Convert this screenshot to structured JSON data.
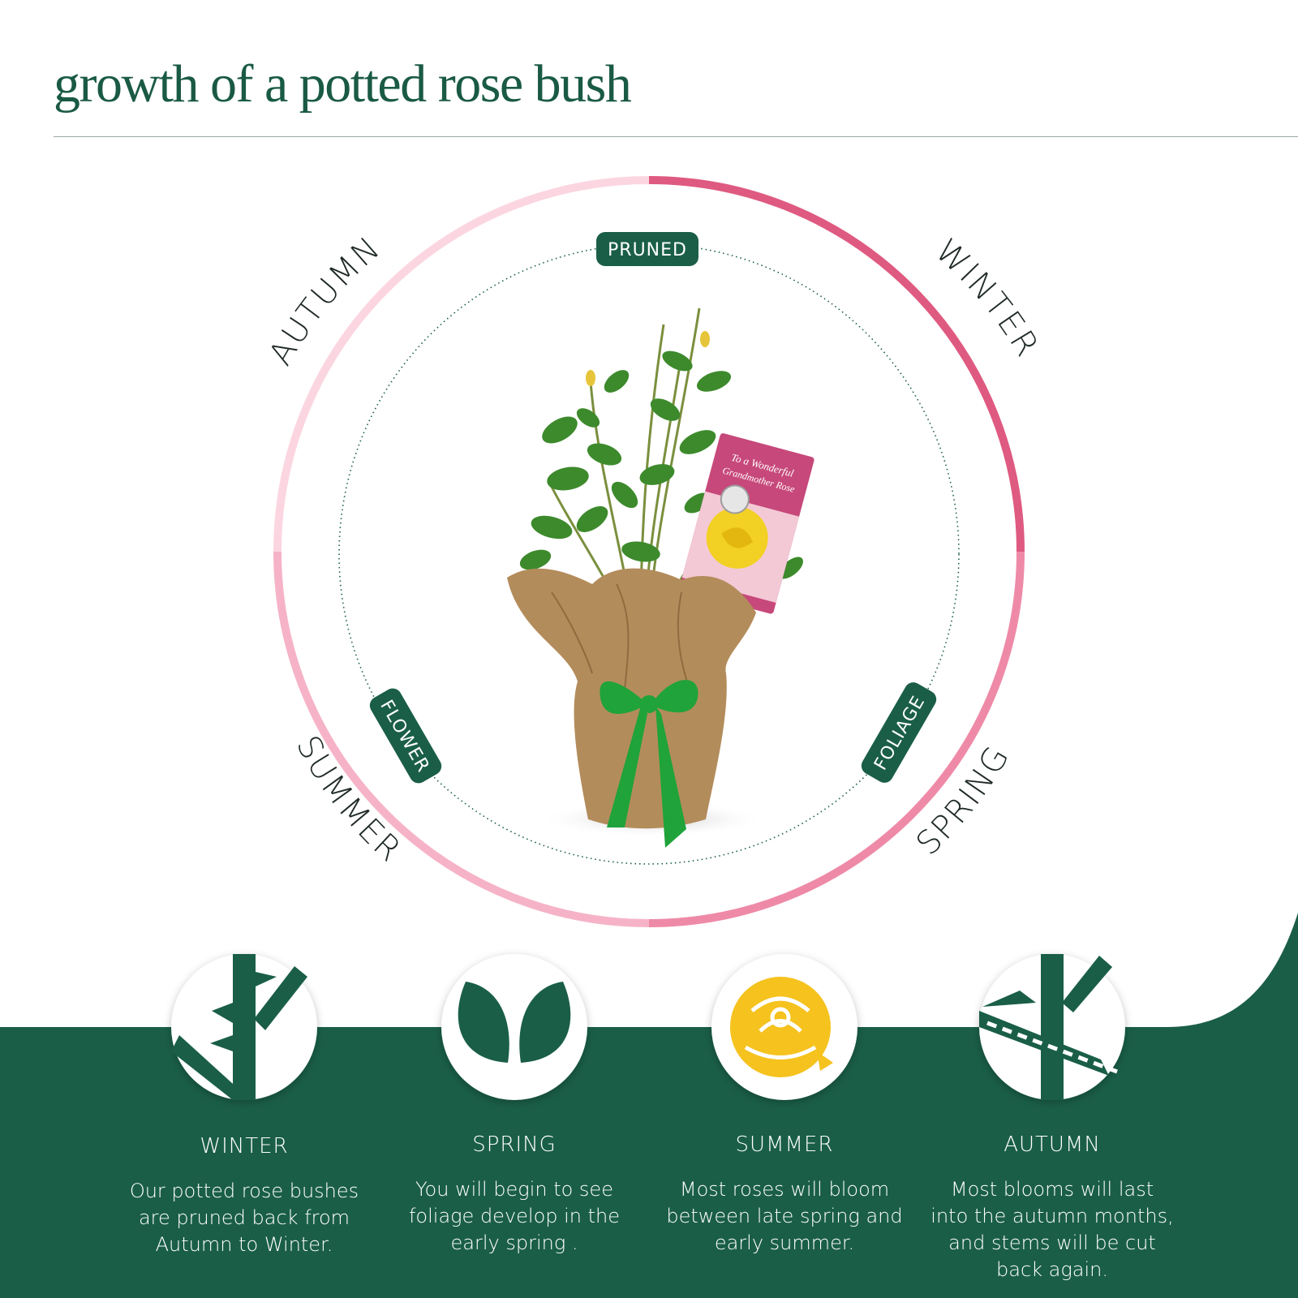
{
  "title": "growth of a potted rose bush",
  "wheel": {
    "seasons": [
      "WINTER",
      "SPRING",
      "SUMMER",
      "AUTUMN"
    ],
    "stages": [
      "PRUNED",
      "FOLIAGE",
      "FLOWER"
    ],
    "colors": {
      "winter": "#df5a80",
      "spring": "#ee8aa8",
      "summer": "#f6b3c7",
      "autumn": "#fbd6e1",
      "pill": "#1a5e48"
    }
  },
  "plant": {
    "tag_line1": "To a Wonderful",
    "tag_line2": "Grandmother Rose"
  },
  "theme": {
    "green": "#1a5e48",
    "rose_yellow": "#f5c21e"
  },
  "cards": [
    {
      "icon": "stem-icon",
      "title": "WINTER",
      "desc": "Our potted rose bushes are pruned back from Autumn to Winter."
    },
    {
      "icon": "leaf-icon",
      "title": "SPRING",
      "desc": "You will begin to see foliage develop in the early spring ."
    },
    {
      "icon": "rose-icon",
      "title": "SUMMER",
      "desc": "Most roses will bloom between late spring and early summer."
    },
    {
      "icon": "pruning-icon",
      "title": "AUTUMN",
      "desc": "Most blooms will last into the autumn months, and stems will be cut back again."
    }
  ]
}
